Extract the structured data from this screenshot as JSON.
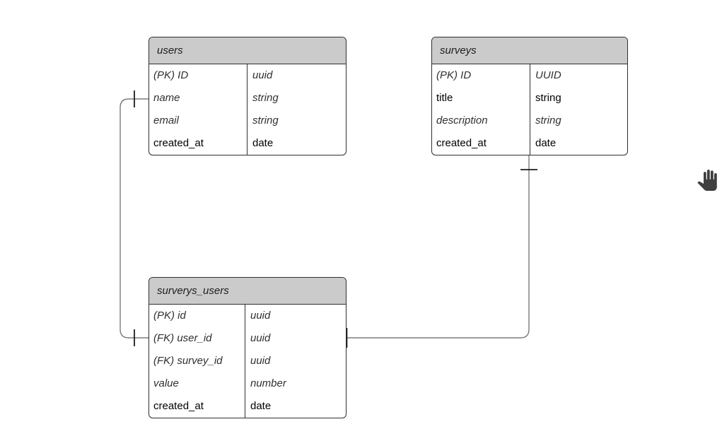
{
  "canvas": {
    "background": "#ffffff"
  },
  "diagram": {
    "tables": [
      {
        "id": "users",
        "title": "users",
        "fields": [
          {
            "name": "(PK) ID",
            "type": "uuid",
            "emphasis": "italic"
          },
          {
            "name": "name",
            "type": "string",
            "emphasis": "italic"
          },
          {
            "name": "email",
            "type": "string",
            "emphasis": "italic"
          },
          {
            "name": "created_at",
            "type": "date",
            "emphasis": "normal"
          }
        ]
      },
      {
        "id": "surveys",
        "title": "surveys",
        "fields": [
          {
            "name": "(PK) ID",
            "type": "UUID",
            "emphasis": "italic"
          },
          {
            "name": "title",
            "type": "string",
            "emphasis": "normal"
          },
          {
            "name": "description",
            "type": "string",
            "emphasis": "italic"
          },
          {
            "name": "created_at",
            "type": "date",
            "emphasis": "normal"
          }
        ]
      },
      {
        "id": "surverys_users",
        "title": "surverys_users",
        "fields": [
          {
            "name": "(PK) id",
            "type": "uuid",
            "emphasis": "italic"
          },
          {
            "name": "(FK) user_id",
            "type": "uuid",
            "emphasis": "italic"
          },
          {
            "name": "(FK) survey_id",
            "type": "uuid",
            "emphasis": "italic"
          },
          {
            "name": "value",
            "type": "number",
            "emphasis": "italic"
          },
          {
            "name": "created_at",
            "type": "date",
            "emphasis": "normal"
          }
        ]
      }
    ],
    "relationships": [
      {
        "from_table": "users",
        "from_field": "name",
        "to_table": "surverys_users",
        "to_field": "user_id",
        "start_marker": "one",
        "end_marker": "one"
      },
      {
        "from_table": "surveys",
        "from_field": "",
        "to_table": "surverys_users",
        "to_field": "",
        "start_marker": "one",
        "end_marker": "one"
      }
    ],
    "colors": {
      "header_fill": "#cbcbcb",
      "table_border": "#2f2f2f",
      "connector_line": "#7a7a7a",
      "cardinality_tick": "#1c1c1c",
      "field_text": "#000000",
      "italic_field_text": "#303030",
      "cursor_fill": "#3f3f3f"
    }
  },
  "cursor": {
    "icon": "pan-hand-icon"
  }
}
